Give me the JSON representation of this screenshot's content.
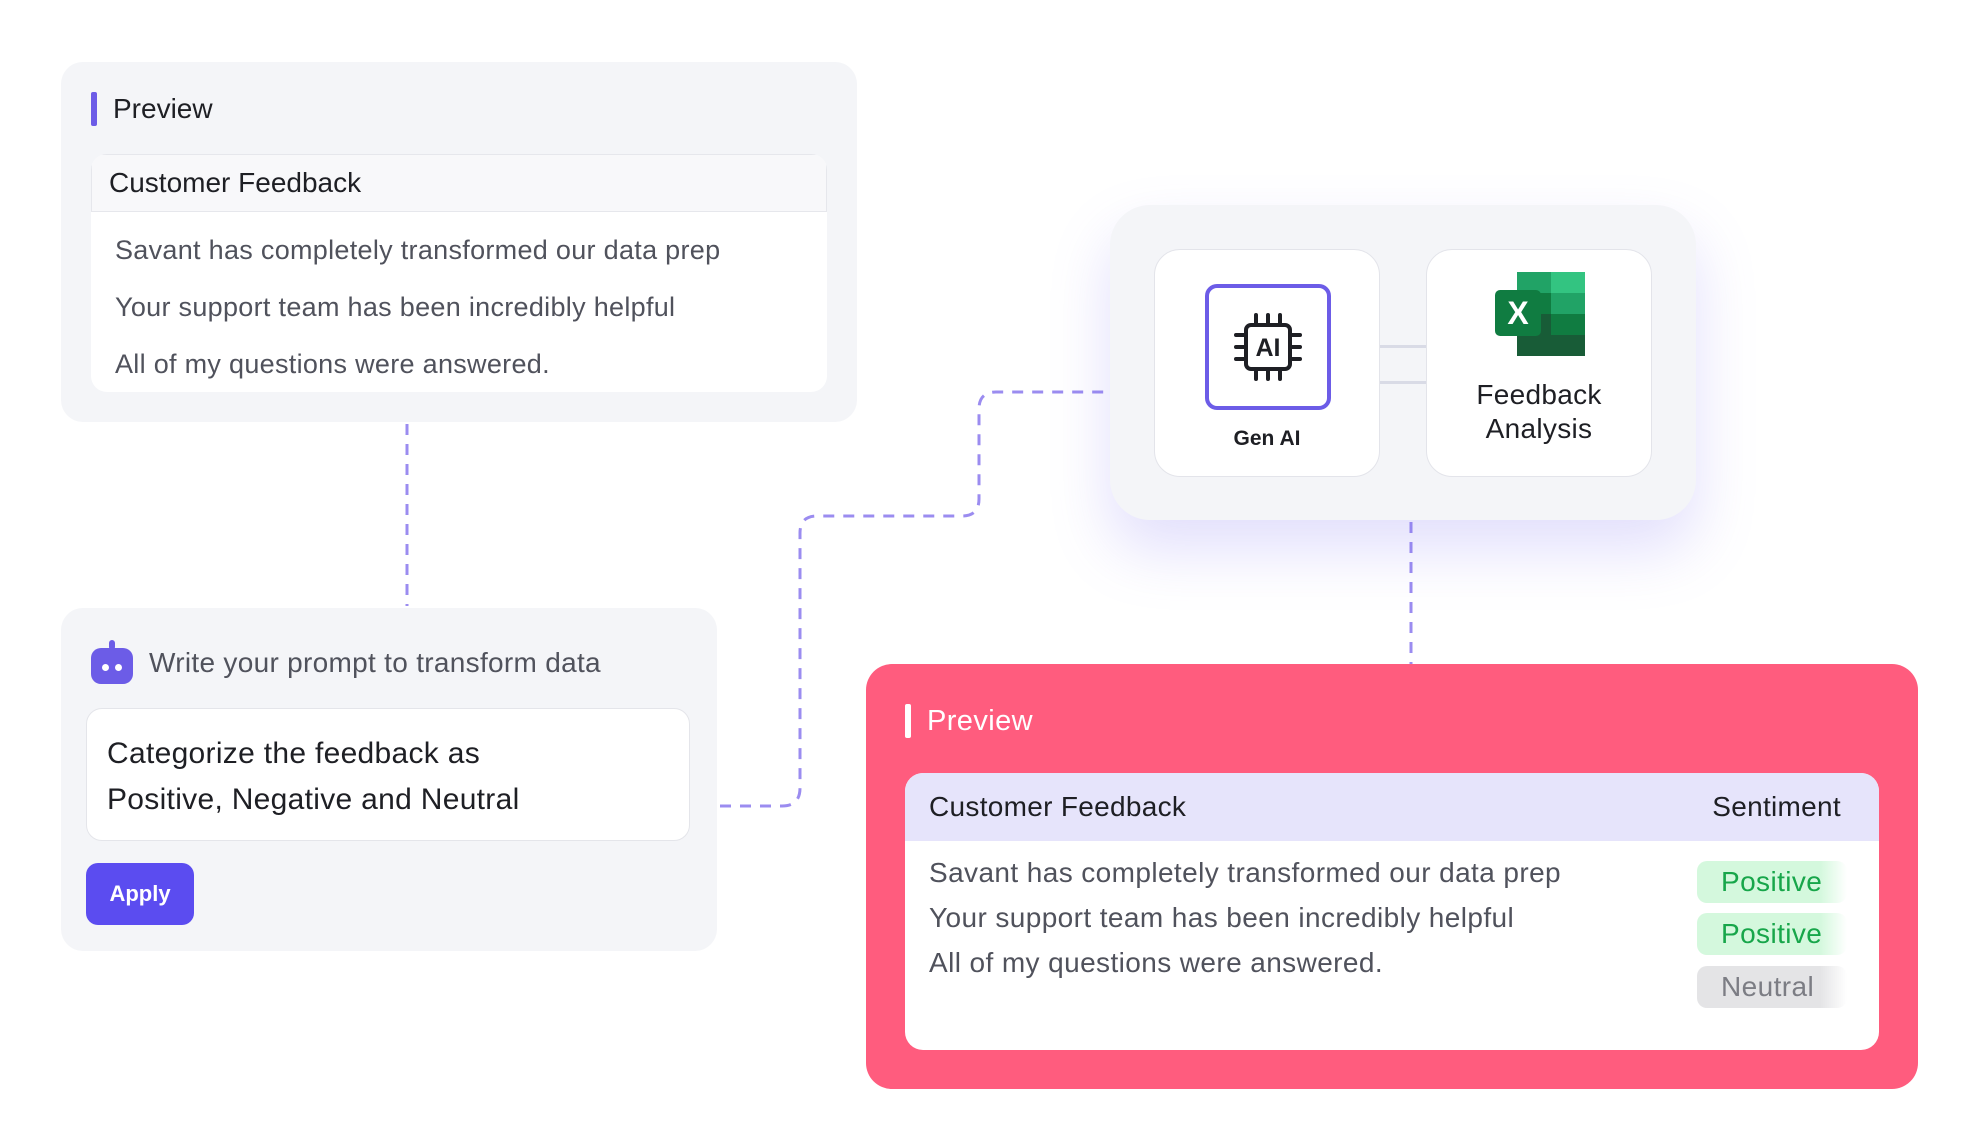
{
  "preview_card": {
    "title": "Preview",
    "column_header": "Customer Feedback",
    "rows": [
      "Savant has completely transformed our data prep",
      "Your support team has been incredibly helpful",
      "All of my questions were answered."
    ]
  },
  "prompt_card": {
    "icon": "robot-icon",
    "label": "Write your prompt to transform data",
    "prompt_line1": "Categorize the feedback as",
    "prompt_line2": "Positive, Negative and Neutral",
    "apply_label": "Apply"
  },
  "process_panel": {
    "gen_ai": {
      "icon": "ai-chip-icon",
      "icon_text": "AI",
      "label": "Gen AI"
    },
    "feedback_analysis": {
      "icon": "excel-icon",
      "icon_text": "X",
      "label_line1": "Feedback",
      "label_line2": "Analysis"
    }
  },
  "result_card": {
    "title": "Preview",
    "column_feedback": "Customer Feedback",
    "column_sentiment": "Sentiment",
    "rows": [
      {
        "feedback": "Savant has completely transformed our data prep",
        "sentiment": "Positive"
      },
      {
        "feedback": "Your support team has been incredibly helpful",
        "sentiment": "Positive"
      },
      {
        "feedback": "All of my questions were answered.",
        "sentiment": "Neutral"
      }
    ]
  },
  "colors": {
    "accent_purple": "#6c5ce7",
    "apply_button": "#5b4cf0",
    "result_card": "#ff5c7e",
    "positive_text": "#17a64a",
    "positive_bg": "#d4f8dd",
    "neutral_text": "#7c7d84",
    "neutral_bg": "#e4e4e6",
    "excel_green": "#107c41"
  }
}
